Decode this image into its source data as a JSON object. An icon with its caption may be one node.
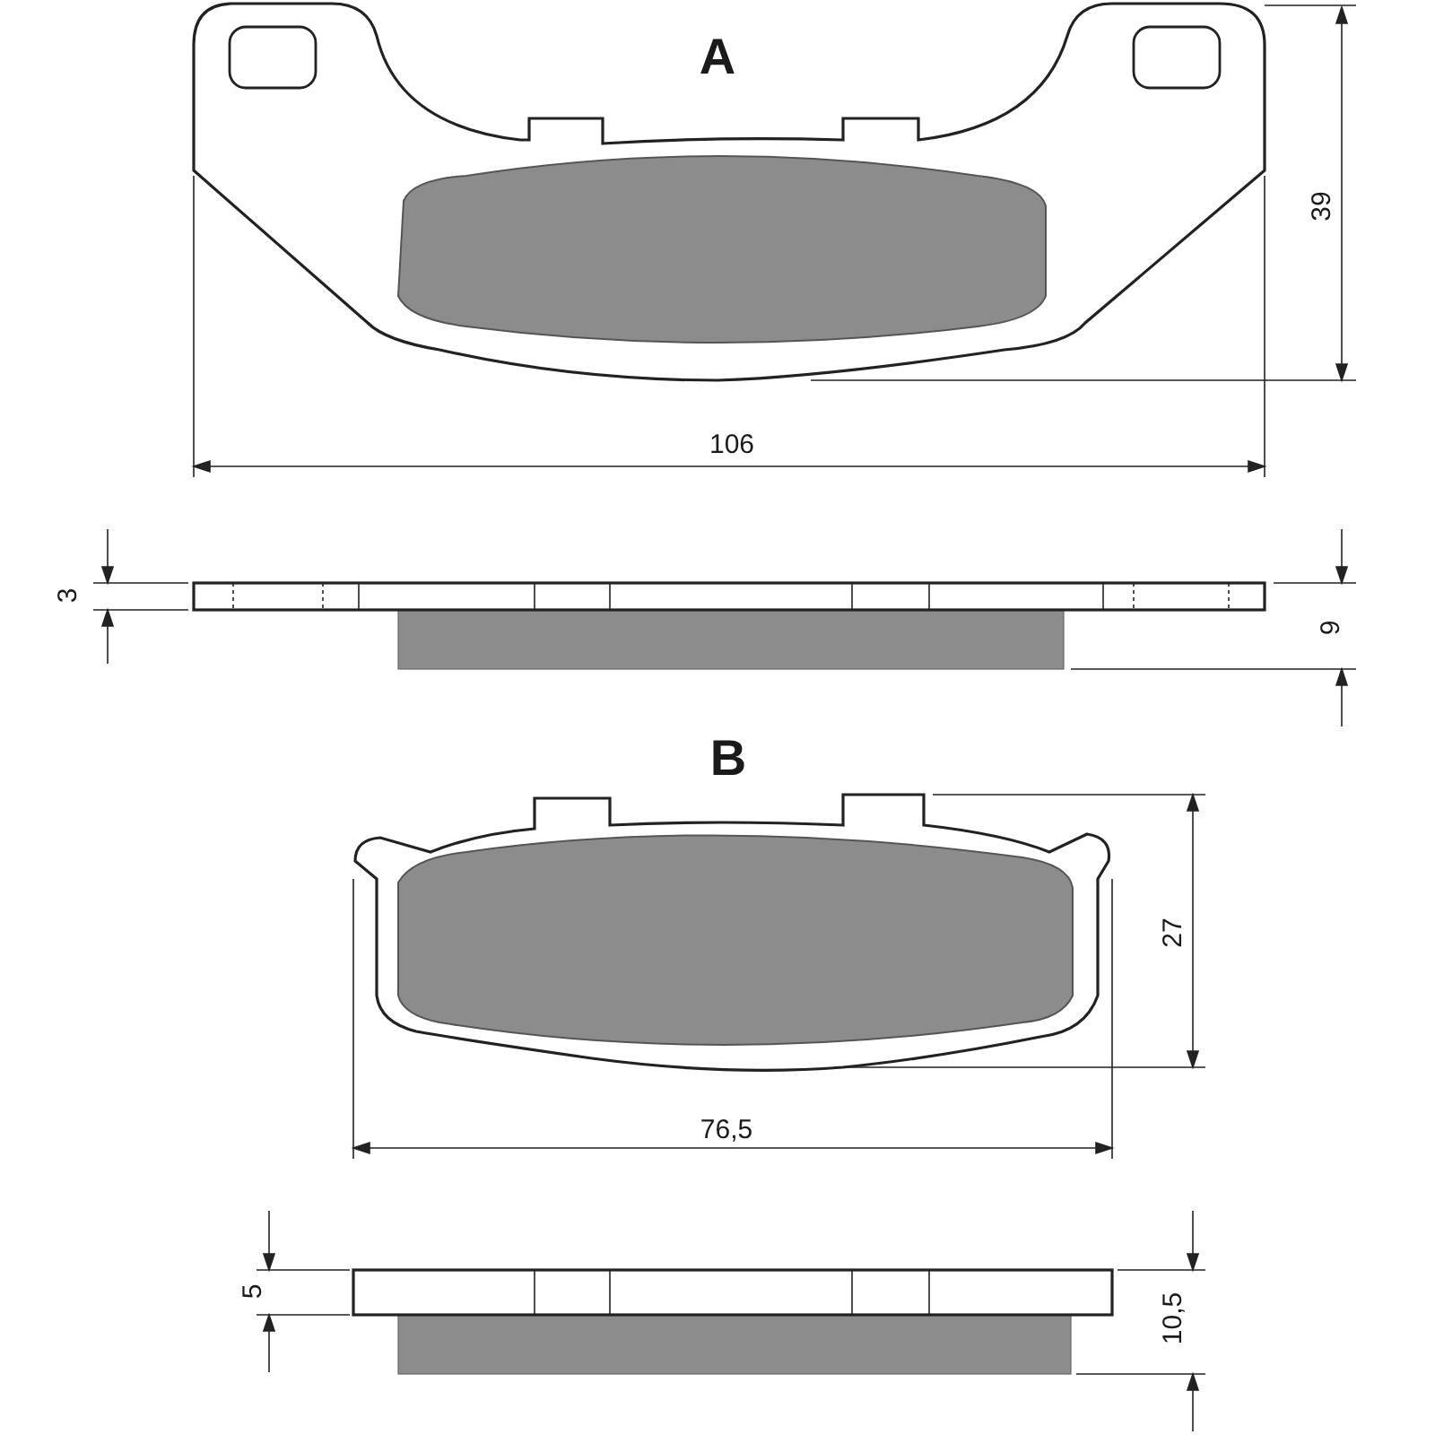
{
  "diagram": {
    "labels": [
      "A",
      "39",
      "106",
      "3",
      "9",
      "B",
      "27",
      "76,5",
      "5",
      "10,5"
    ]
  }
}
